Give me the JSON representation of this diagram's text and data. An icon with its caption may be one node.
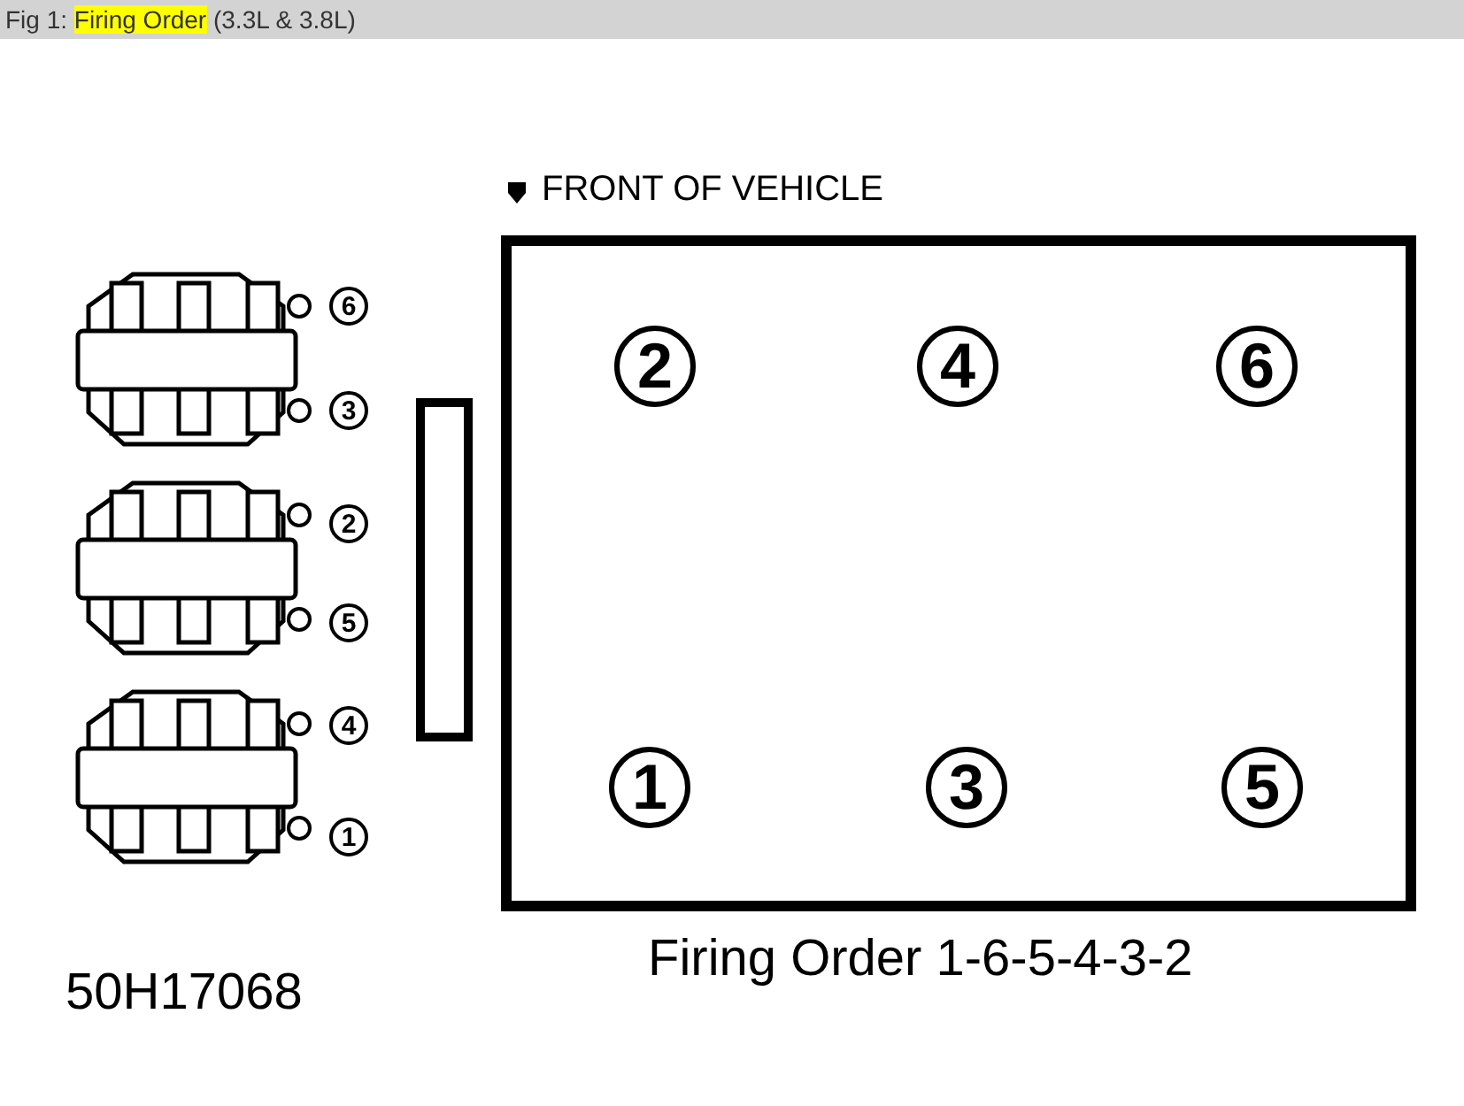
{
  "diagram": {
    "title": "Fig 1: **Firing Order** (3.3L & 3.8L)",
    "nodes": [
      {
        "text": [],
        "shape": "box"
      },
      {
        "text": [
          "2"
        ],
        "in": 0
      },
      {
        "text": [
          "4"
        ],
        "in": 0
      },
      {
        "text": [
          "6"
        ],
        "in": 0
      },
      {
        "text": [
          "1"
        ],
        "in": 0
      },
      {
        "text": [
          "3"
        ],
        "in": 0
      },
      {
        "text": [
          "5"
        ],
        "in": 0
      },
      {
        "text": [],
        "shape": "bar"
      }
    ],
    "labels": [
      "FRONT OF VEHICLE",
      "6",
      "3",
      "2",
      "5",
      "4",
      "1",
      "Firing Order 1-6-5-4-3-2",
      "50H17068"
    ]
  }
}
